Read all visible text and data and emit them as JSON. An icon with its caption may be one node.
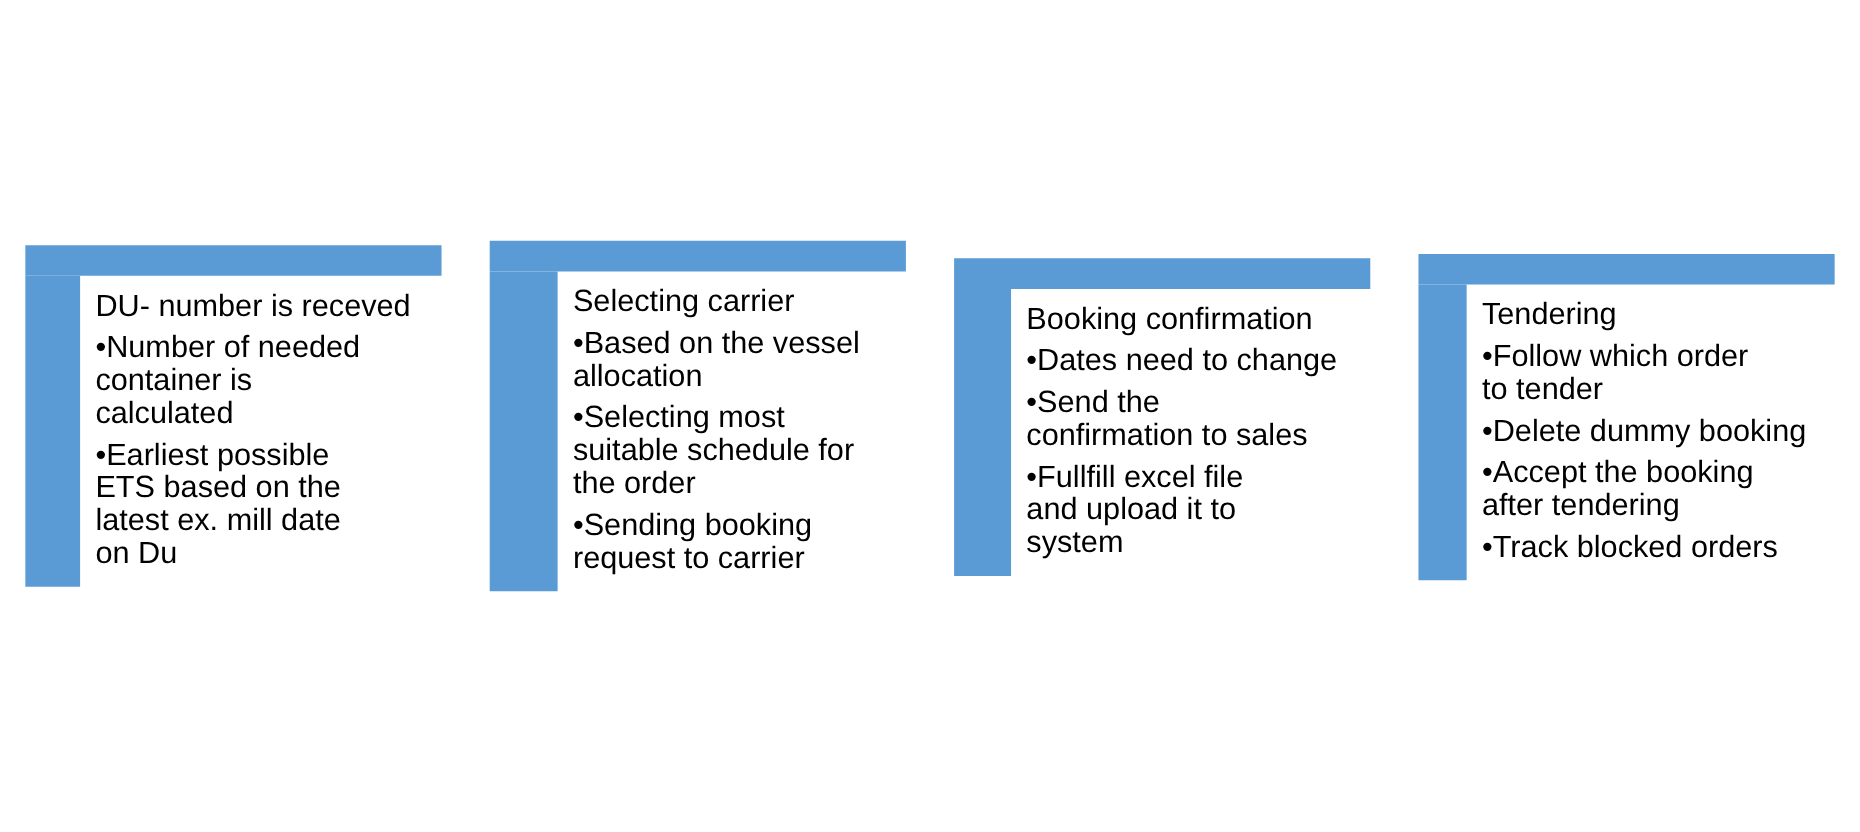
{
  "diagram": {
    "nodes": [
      {
        "text": [
          "DU- number is receved",
          "•Number of needed container is calculated",
          "•Earliest possible ETS based on the latest ex. mill date on Du"
        ]
      },
      {
        "text": [
          "Selecting carrier",
          "•Based on the vessel allocation",
          "•Selecting most suitable schedule for the order",
          "•Sending booking request to carrier"
        ]
      },
      {
        "text": [
          "Booking confirmation",
          "•Dates need to change",
          "•Send the confirmation to sales",
          "•Fullfill excel file and upload it to system"
        ]
      },
      {
        "text": [
          "Tendering",
          "•Follow which order to tender",
          "•Delete dummy booking",
          "•Accept the booking after tendering",
          "•Track blocked orders"
        ]
      }
    ],
    "edges": []
  }
}
